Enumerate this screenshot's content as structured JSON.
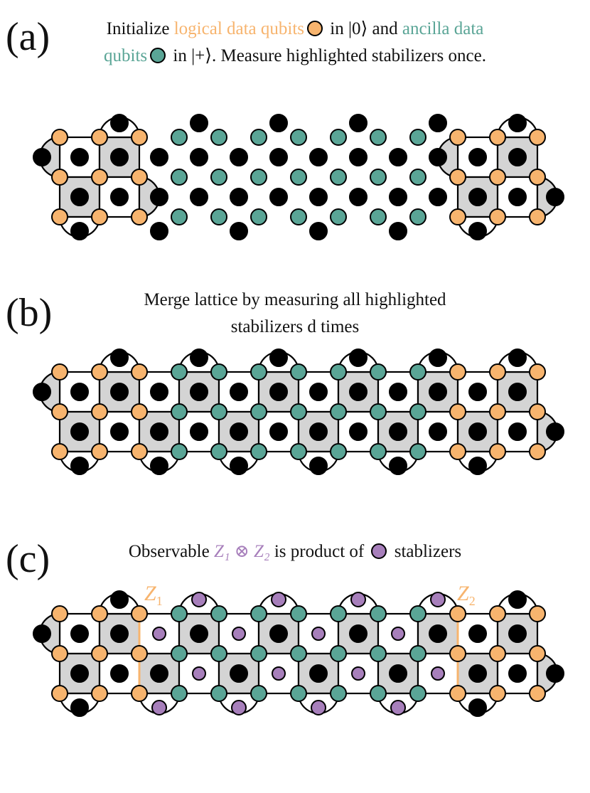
{
  "panel_a": {
    "label": "(a)",
    "line1_pre": "Initialize ",
    "line1_orange": "logical data qubits",
    "line1_mid": " in |0⟩ and ",
    "line1_teal": "ancilla data",
    "line2_teal": "qubits",
    "line2_post": " in |+⟩. Measure highlighted stabilizers once."
  },
  "panel_b": {
    "label": "(b)",
    "line1": "Merge lattice by measuring all highlighted",
    "line2": "stabilizers d times"
  },
  "panel_c": {
    "label": "(c)",
    "pre": "Observable ",
    "math": "Z₁ ⊗ Z₂",
    "post": " is product of ",
    "tail": " stablizers",
    "z1_label": "Z",
    "z1_sub": "1",
    "z2_label": "Z",
    "z2_sub": "2"
  },
  "colors": {
    "logical_data": "#f7b46e",
    "ancilla_data": "#5aa596",
    "highlight_stabilizer": "#a77fbb",
    "stabilizer_fill": "#d4d4d4",
    "measure_qubit": "#000000"
  },
  "legend_icons": [
    "orange-qubit-icon",
    "teal-qubit-icon",
    "purple-qubit-icon"
  ]
}
